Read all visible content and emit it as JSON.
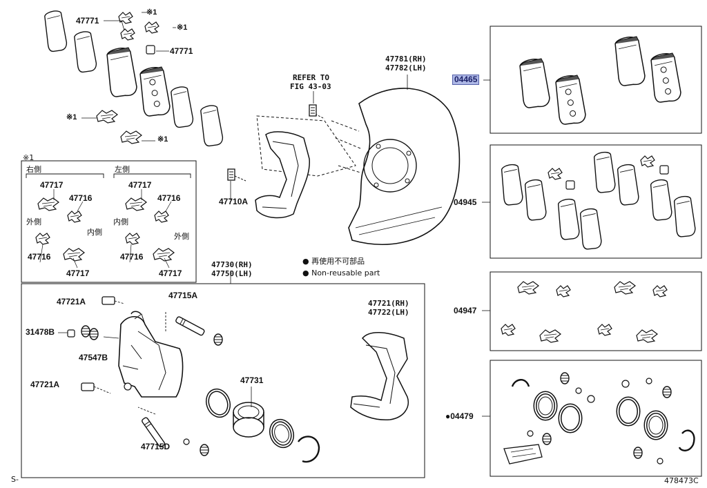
{
  "diagram_code": "478473C",
  "corner_mark": "S-",
  "refer_note": [
    "REFER TO",
    "FIG 43-03"
  ],
  "legend": {
    "reuse_jp": "● 再使用不可部品",
    "reuse_en": "● Non-reusable part"
  },
  "shim_box": {
    "title": "※1",
    "right_side": "右側",
    "left_side": "左側",
    "outer_side": "外側",
    "inner_side": "内側"
  },
  "parts": {
    "p47771a": "47771",
    "p47771b": "47771",
    "mark1a": "※1",
    "mark1b": "※1",
    "mark1c": "※1",
    "mark1d": "※1",
    "dust_cover": [
      "47781(RH)",
      "47782(LH)"
    ],
    "p47710A": "47710A",
    "caliper_assy": [
      "47730(RH)",
      "47750(LH)"
    ],
    "p47721A_top": "47721A",
    "p47715A": "47715A",
    "p31478B": "31478B",
    "p47547B": "47547B",
    "p47721A_bottom": "47721A",
    "p47731": "47731",
    "p47715D": "47715D",
    "mount": [
      "47721(RH)",
      "47722(LH)"
    ],
    "p04465": "04465",
    "p04945": "04945",
    "p04947": "04947",
    "p04479": "●04479",
    "shim_labels": {
      "r_47717_top": "47717",
      "r_47716_top": "47716",
      "r_47716_bot": "47716",
      "r_47717_bot": "47717",
      "l_47717_top": "47717",
      "l_47716_top": "47716",
      "l_47716_bot": "47716",
      "l_47717_bot": "47717",
      "r_inner": "内側",
      "l_outer": "外側"
    }
  }
}
